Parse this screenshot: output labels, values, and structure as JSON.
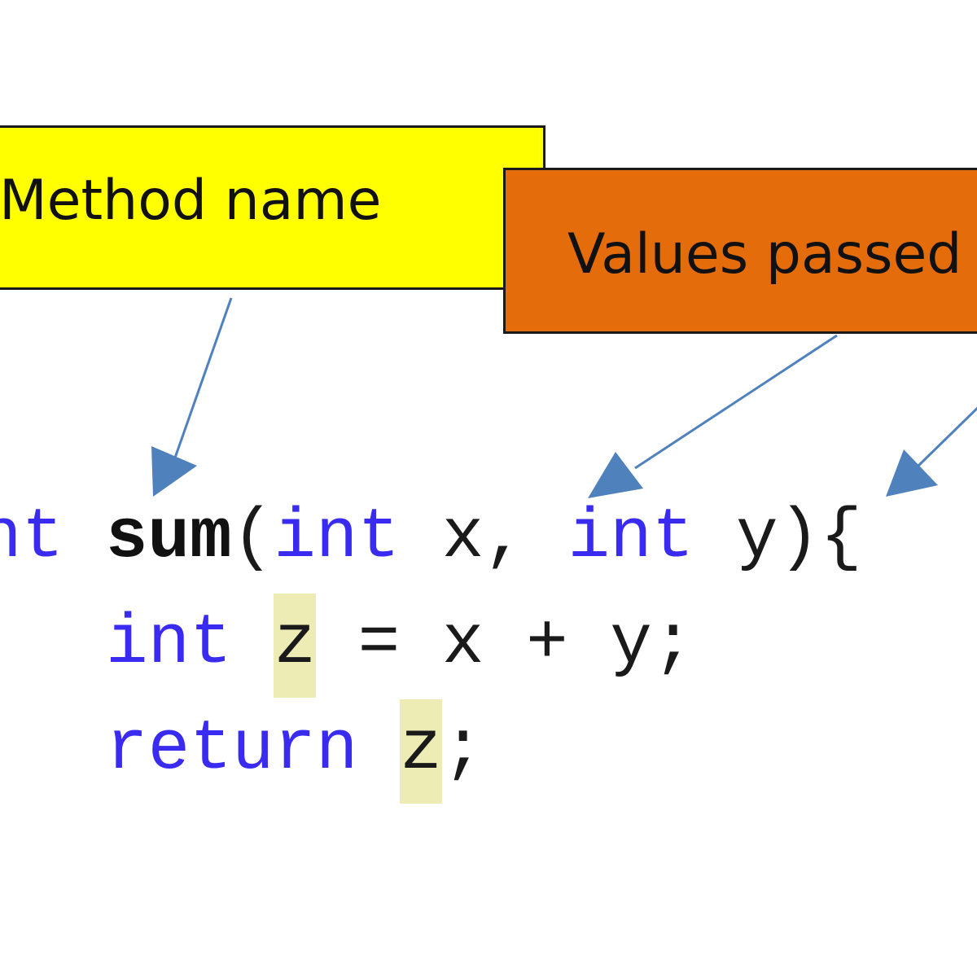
{
  "callouts": {
    "method_name": "Method name",
    "values_passed": "Values passed"
  },
  "code": {
    "line1": {
      "return_type": "nt",
      "method_name": "sum",
      "open_paren": "(",
      "param1_type": "int",
      "param1_name": "x,",
      "param2_type": "int",
      "param2_name": "y)",
      "brace": "{"
    },
    "line2": {
      "type": "int",
      "var": "z",
      "expr": "= x + y;"
    },
    "line3": {
      "keyword": "return",
      "var": "z",
      "semicolon": ";"
    }
  },
  "colors": {
    "method_callout_bg": "#ffff00",
    "values_callout_bg": "#e46c0a",
    "arrow": "#4f81bd",
    "keyword": "#3a2bf0",
    "highlight": "#ececb4"
  }
}
